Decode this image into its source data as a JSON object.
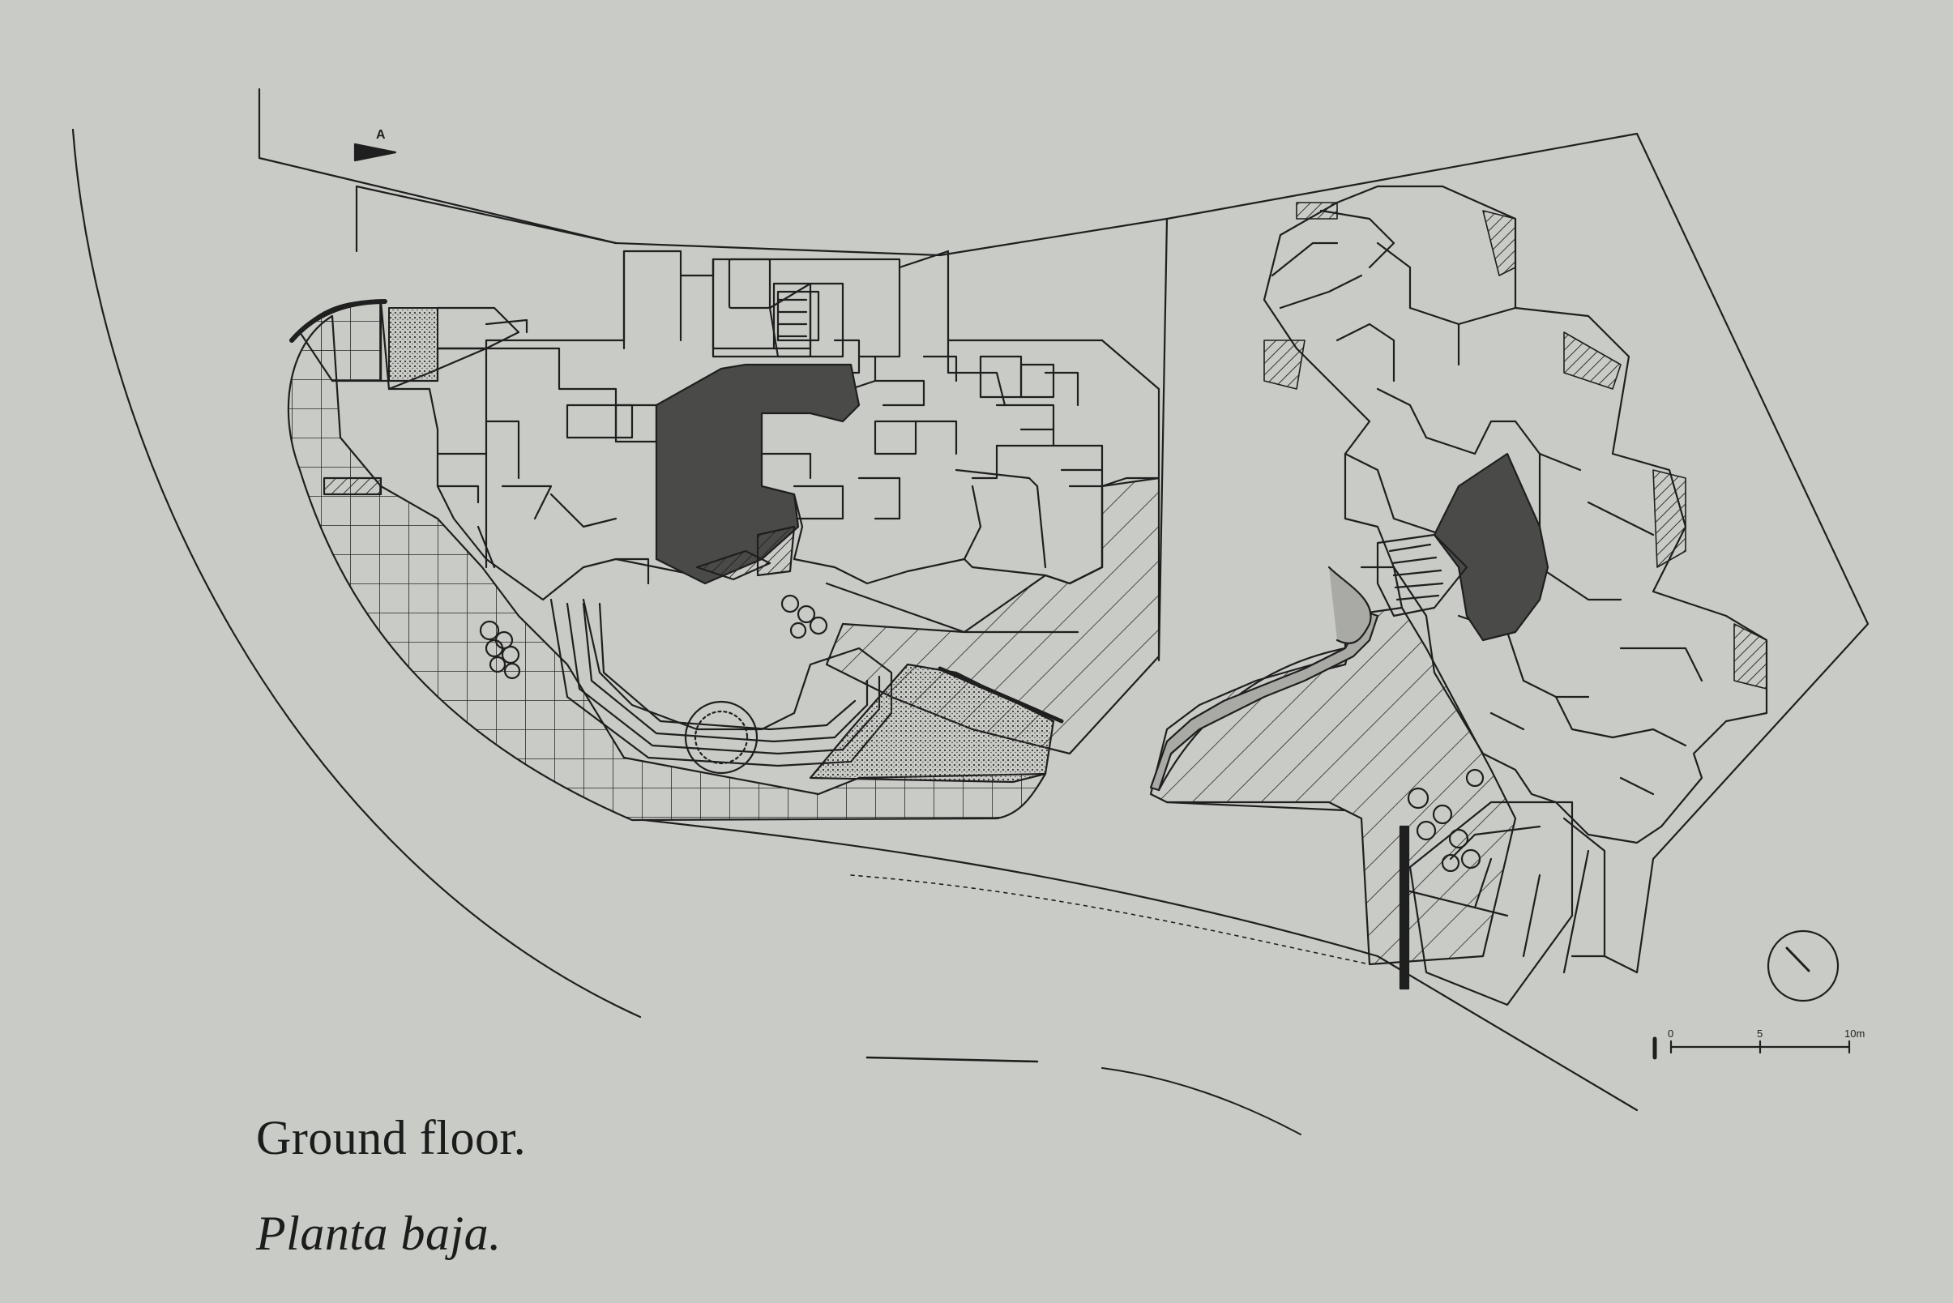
{
  "caption": {
    "english": "Ground floor.",
    "spanish": "Planta baja."
  },
  "section_marker": "A",
  "scale_bar": {
    "ticks": [
      "0",
      "5",
      "10m"
    ]
  },
  "colors": {
    "paper": "#c9cbc6",
    "ink": "#1f1f1f",
    "core_fill": "#4a4b49",
    "planting_fill": "#a9aaa6"
  }
}
